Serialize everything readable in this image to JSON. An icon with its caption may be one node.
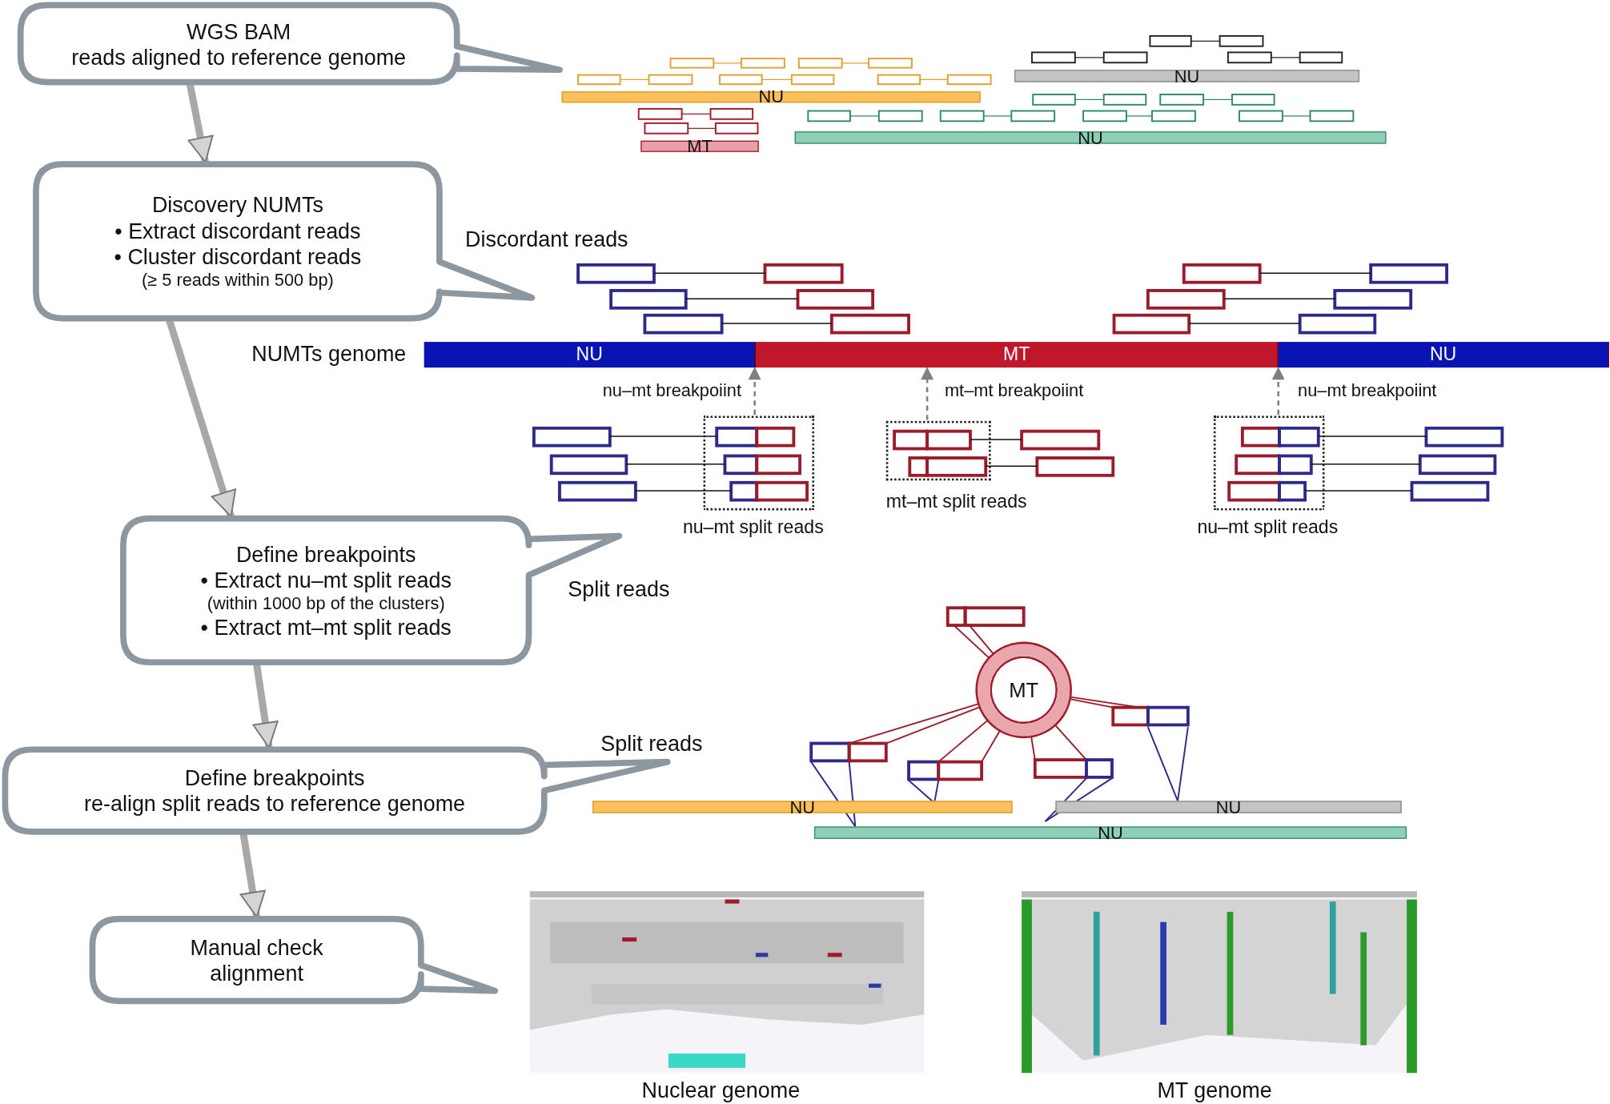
{
  "diagram": {
    "nodes": [
      {
        "text": [
          "WGS BAM",
          "reads aligned to reference genome"
        ]
      },
      {
        "text": [
          "Discovery NUMTs",
          "• Extract discordant reads",
          "• Cluster discordant reads",
          "(≥ 5 reads within 500 bp)"
        ]
      },
      {
        "text": [
          "Define breakpoints",
          "• Extract nu–mt split reads",
          "(within 1000 bp of the clusters)",
          "• Extract mt–mt split reads"
        ]
      },
      {
        "text": [
          "Define breakpoints",
          "re-align split reads to reference genome"
        ]
      },
      {
        "text": [
          "Manual check",
          "alignment"
        ]
      },
      {
        "text": [
          "NU"
        ]
      },
      {
        "text": [
          "NU"
        ]
      },
      {
        "text": [
          "MT"
        ]
      },
      {
        "text": [
          "NU"
        ]
      },
      {
        "text": [
          "NU"
        ]
      },
      {
        "text": [
          "MT"
        ]
      },
      {
        "text": [
          "NU"
        ]
      },
      {
        "text": [],
        "shape": "box",
        "beside": [
          "nu–mt split reads"
        ]
      },
      {
        "text": [],
        "shape": "box",
        "beside": [
          "mt–mt split reads"
        ]
      },
      {
        "text": [],
        "shape": "box",
        "beside": [
          "nu–mt split reads"
        ]
      },
      {
        "text": [
          "MT"
        ]
      },
      {
        "text": [
          "NU"
        ]
      },
      {
        "text": [
          "NU"
        ]
      },
      {
        "text": [
          "NU"
        ]
      }
    ],
    "edges": [
      {
        "from": 0,
        "to": 1,
        "arrow": "to"
      },
      {
        "from": 1,
        "to": 2,
        "arrow": "to"
      },
      {
        "from": 2,
        "to": 3,
        "arrow": "to"
      },
      {
        "from": 3,
        "to": 4,
        "arrow": "to"
      },
      {
        "from": 12,
        "to": 9,
        "arrow": "to",
        "style": "dashed",
        "color": "#808080"
      },
      {
        "from": 13,
        "to": 10,
        "arrow": "to",
        "style": "dashed",
        "color": "#808080"
      },
      {
        "from": 14,
        "to": 11,
        "arrow": "to",
        "style": "dashed",
        "color": "#808080"
      }
    ],
    "labels": [
      "Discordant reads",
      "NUMTs genome",
      "nu–mt breakpoiint",
      "mt–mt breakpoiint",
      "nu–mt breakpoiint",
      "Split reads",
      "Split reads",
      "Nuclear genome",
      "MT genome"
    ]
  }
}
